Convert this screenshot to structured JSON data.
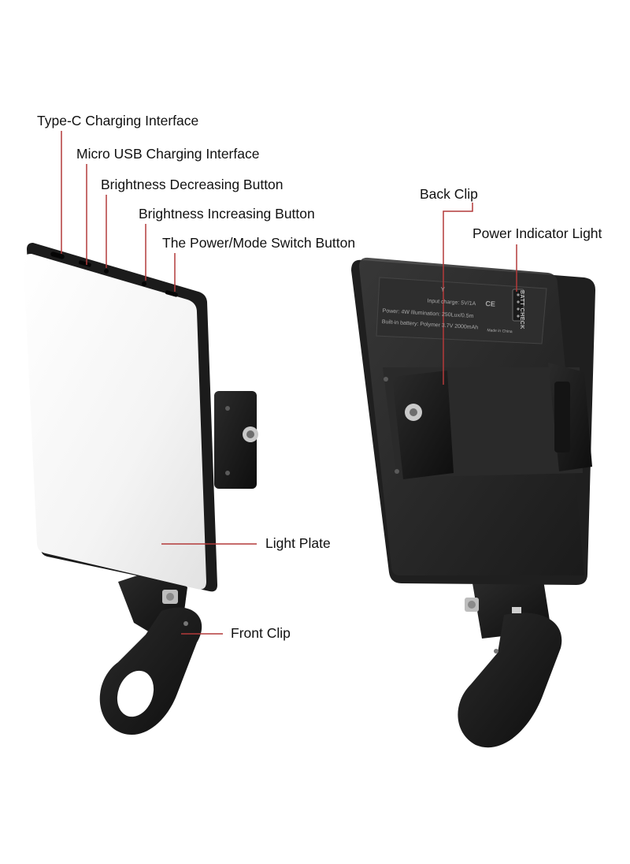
{
  "labels": {
    "type_c": "Type-C Charging Interface",
    "micro_usb": "Micro USB Charging Interface",
    "brightness_decrease": "Brightness Decreasing Button",
    "brightness_increase": "Brightness Increasing Button",
    "power_mode": "The Power/Mode Switch Button",
    "back_clip": "Back Clip",
    "power_indicator": "Power Indicator Light",
    "light_plate": "Light Plate",
    "front_clip": "Front Clip"
  },
  "back_sticker": {
    "code": "Y",
    "input_charge": "Input charge: 5V/1A",
    "power_line": "Power: 4W   Illumination: 250Lux/0.5m",
    "battery_line": "Built-in battery: Polymer 3.7V 2000mAh",
    "made_in": "Made in China",
    "batt_check": "BATT CHECK",
    "ce_mark": "CE"
  },
  "colors": {
    "leader_line": "#b33a3a",
    "device_body": "#1c1c1c",
    "panel_face": "#f2f2f2",
    "sticker": "#2e2e2e"
  }
}
